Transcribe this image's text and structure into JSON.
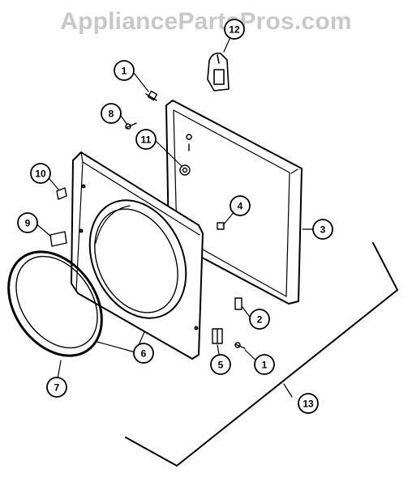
{
  "watermark": "AppliancePartsPros.com",
  "callouts": [
    {
      "id": "c1a",
      "label": "1"
    },
    {
      "id": "c8",
      "label": "8"
    },
    {
      "id": "c11",
      "label": "11"
    },
    {
      "id": "c10",
      "label": "10"
    },
    {
      "id": "c9",
      "label": "9"
    },
    {
      "id": "c4",
      "label": "4"
    },
    {
      "id": "c3",
      "label": "3"
    },
    {
      "id": "c2",
      "label": "2"
    },
    {
      "id": "c6",
      "label": "6"
    },
    {
      "id": "c5",
      "label": "5"
    },
    {
      "id": "c1b",
      "label": "1"
    },
    {
      "id": "c7",
      "label": "7"
    },
    {
      "id": "c13",
      "label": "13"
    },
    {
      "id": "c12",
      "label": "12"
    }
  ]
}
